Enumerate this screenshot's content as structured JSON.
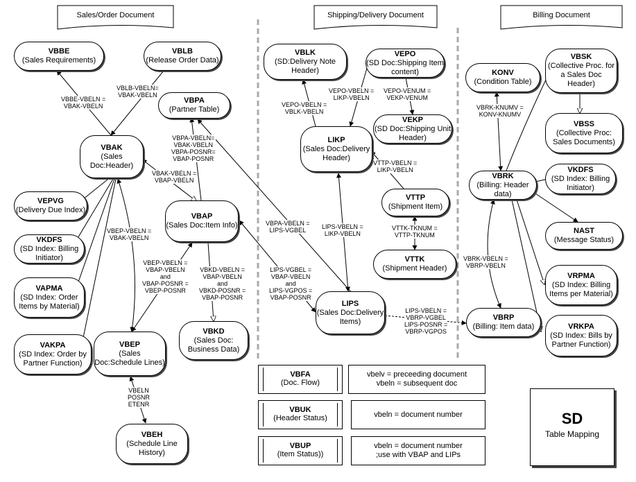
{
  "sections": {
    "sales": "Sales/Order Document",
    "shipping": "Shipping/Delivery Document",
    "billing": "Billing Document"
  },
  "nodes": {
    "vbbe": {
      "title": "VBBE",
      "sub": "(Sales Requirements)"
    },
    "vblb": {
      "title": "VBLB",
      "sub": "(Release Order Data)"
    },
    "vbpa": {
      "title": "VBPA",
      "sub": "(Partner Table)"
    },
    "vbak": {
      "title": "VBAK",
      "sub": "(Sales Doc:Header)"
    },
    "vepvg": {
      "title": "VEPVG",
      "sub": "(Delivery Due Index)"
    },
    "vkdfs1": {
      "title": "VKDFS",
      "sub": "(SD Index: Billing Initiator)"
    },
    "vapma": {
      "title": "VAPMA",
      "sub": "(SD Index: Order Items by Material)"
    },
    "vakpa": {
      "title": "VAKPA",
      "sub": "(SD Index: Order by Partner Function)"
    },
    "vbap": {
      "title": "VBAP",
      "sub": "(Sales Doc:Item Info)"
    },
    "vbep": {
      "title": "VBEP",
      "sub": "(Sales Doc:Schedule Lines)"
    },
    "vbkd": {
      "title": "VBKD",
      "sub": "(Sales Doc: Business Data)"
    },
    "vbeh": {
      "title": "VBEH",
      "sub": "(Schedule Line History)"
    },
    "vblk": {
      "title": "VBLK",
      "sub": "(SD:Delivery Note Header)"
    },
    "vepo": {
      "title": "VEPO",
      "sub": "(SD Doc:Shipping Item content)"
    },
    "vekp": {
      "title": "VEKP",
      "sub": "(SD Doc:Shipping Unit Header)"
    },
    "likp": {
      "title": "LIKP",
      "sub": "(Sales Doc:Delivery Header)"
    },
    "vttp": {
      "title": "VTTP",
      "sub": "(Shipment Item)"
    },
    "vttk": {
      "title": "VTTK",
      "sub": "(Shipment Header)"
    },
    "lips": {
      "title": "LIPS",
      "sub": "(Sales Doc:Delivery Items)"
    },
    "konv": {
      "title": "KONV",
      "sub": "(Condition Table)"
    },
    "vbsk": {
      "title": "VBSK",
      "sub": "(Collective Proc. for a Sales Doc Header)"
    },
    "vbss": {
      "title": "VBSS",
      "sub": "(Collective Proc: Sales Documents)"
    },
    "vbrk": {
      "title": "VBRK",
      "sub": "(Billing: Header data)"
    },
    "vkdfs2": {
      "title": "VKDFS",
      "sub": "(SD Index: Billing Initiator)"
    },
    "nast": {
      "title": "NAST",
      "sub": "(Message Status)"
    },
    "vrpma": {
      "title": "VRPMA",
      "sub": "(SD Index: Billing Items per Material)"
    },
    "vbrp": {
      "title": "VBRP",
      "sub": "(Billing: Item data)"
    },
    "vrkpa": {
      "title": "VRKPA",
      "sub": "(SD Index: Bills by Partner Function)"
    }
  },
  "labels": {
    "vbbe_vbak": "VBBE-VBELN =\nVBAK-VBELN",
    "vblb_vbak": "VBLB-VBELN=\nVBAK-VBELN",
    "vbpa_vbak": "VBPA-VBELN=\nVBAK-VBELN\nVBPA-POSNR=\nVBAP-POSNR",
    "vbak_vbap": "VBAK-VBELN =\nVBAP-VBELN",
    "vbep_vbak": "VBEP-VBELN =\nVBAK-VBELN",
    "vbep_vbap": "VBEP-VBELN =\nVBAP-VBELN\nand\nVBAP-POSNR =\nVBEP-POSNR",
    "vbkd_vbap": "VBKD-VBELN =\nVBAP-VBELN\nand\nVBKD-POSNR =\nVBAP-POSNR",
    "vbeh": "VBELN\nPOSNR\nETENR",
    "vbpa_lips": "VBPA-VBELN =\nLIPS-VGBEL",
    "lips_vbap": "LIPS-VGBEL =\nVBAP-VBELN\nand\nLIPS-VGPOS =\nVBAP-POSNR",
    "vepo_likp": "VEPO-VBELN =\nLIKP-VBELN",
    "vepo_vekp": "VEPO-VENUM =\nVEKP-VENUM",
    "vepo_vblk": "VEPO-VBELN =\nVBLK-VBELN",
    "vttp_likp": "VTTP-VBELN =\nLIKP-VBELN",
    "lips_likp": "LIPS-VBELN =\nLIKP-VBELN",
    "vttk_vttp": "VTTK-TKNUM =\nVTTP-TKNUM",
    "lips_vbrp": "LIPS-VBELN =\nVBRP-VGBEL\nLIPS-POSNR =\nVBRP-VGPOS",
    "vbrk_konv": "VBRK-KNUMV =\nKONV-KNUMV",
    "vbrk_vbrp": "VBRK-VBELN =\nVBRP-VBELN"
  },
  "legend": [
    {
      "name": "VBFA",
      "sub": "(Doc. Flow)",
      "desc": "vbelv = preceeding document\nvbeln = subsequent doc"
    },
    {
      "name": "VBUK",
      "sub": "(Header Status)",
      "desc": "vbeln = document number"
    },
    {
      "name": "VBUP",
      "sub": "(Item Status))",
      "desc": "vbeln = document number\n;use with VBAP and LIPs"
    }
  ],
  "badge": {
    "title": "SD",
    "subtitle": "Table Mapping"
  }
}
